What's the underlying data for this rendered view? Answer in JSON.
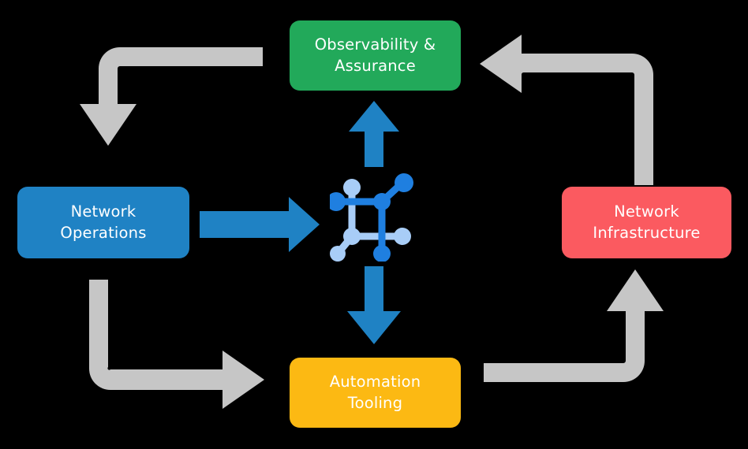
{
  "diagram": {
    "title": "Network automation lifecycle cycle diagram",
    "background_color": "#000000",
    "center_icon": {
      "name": "network-graph-icon",
      "color_primary": "#1f7fe0",
      "color_secondary": "#a8cdf7"
    },
    "nodes": [
      {
        "id": "observability",
        "label": "Observability &\nAssurance",
        "color": "#22a95a",
        "text_color": "#ffffff",
        "position": "top"
      },
      {
        "id": "operations",
        "label": "Network\nOperations",
        "color": "#1f82c4",
        "text_color": "#ffffff",
        "position": "left"
      },
      {
        "id": "infrastructure",
        "label": "Network\nInfrastructure",
        "color": "#fb5a60",
        "text_color": "#ffffff",
        "position": "right"
      },
      {
        "id": "automation",
        "label": "Automation\nTooling",
        "color": "#fcb913",
        "text_color": "#ffffff",
        "position": "bottom"
      }
    ],
    "flow_arrows": [
      {
        "id": "center-to-observability",
        "name": "blue-arrow-up",
        "from": "center",
        "to": "observability",
        "color": "#1f82c4",
        "direction": "up"
      },
      {
        "id": "operations-to-center",
        "name": "blue-arrow-right",
        "from": "operations",
        "to": "center",
        "color": "#1f82c4",
        "direction": "right"
      },
      {
        "id": "center-to-automation",
        "name": "blue-arrow-down",
        "from": "center",
        "to": "automation",
        "color": "#1f82c4",
        "direction": "down"
      },
      {
        "id": "observability-to-operations",
        "name": "gray-arrow-top-left",
        "from": "observability",
        "to": "operations",
        "color": "#c6c6c6",
        "direction": "down"
      },
      {
        "id": "infrastructure-to-observability",
        "name": "gray-arrow-top-right",
        "from": "infrastructure",
        "to": "observability",
        "color": "#c6c6c6",
        "direction": "left"
      },
      {
        "id": "operations-to-automation",
        "name": "gray-arrow-bottom-left",
        "from": "operations",
        "to": "automation",
        "color": "#c6c6c6",
        "direction": "right"
      },
      {
        "id": "automation-to-infrastructure",
        "name": "gray-arrow-bottom-right",
        "from": "automation",
        "to": "infrastructure",
        "color": "#c6c6c6",
        "direction": "up"
      }
    ]
  }
}
